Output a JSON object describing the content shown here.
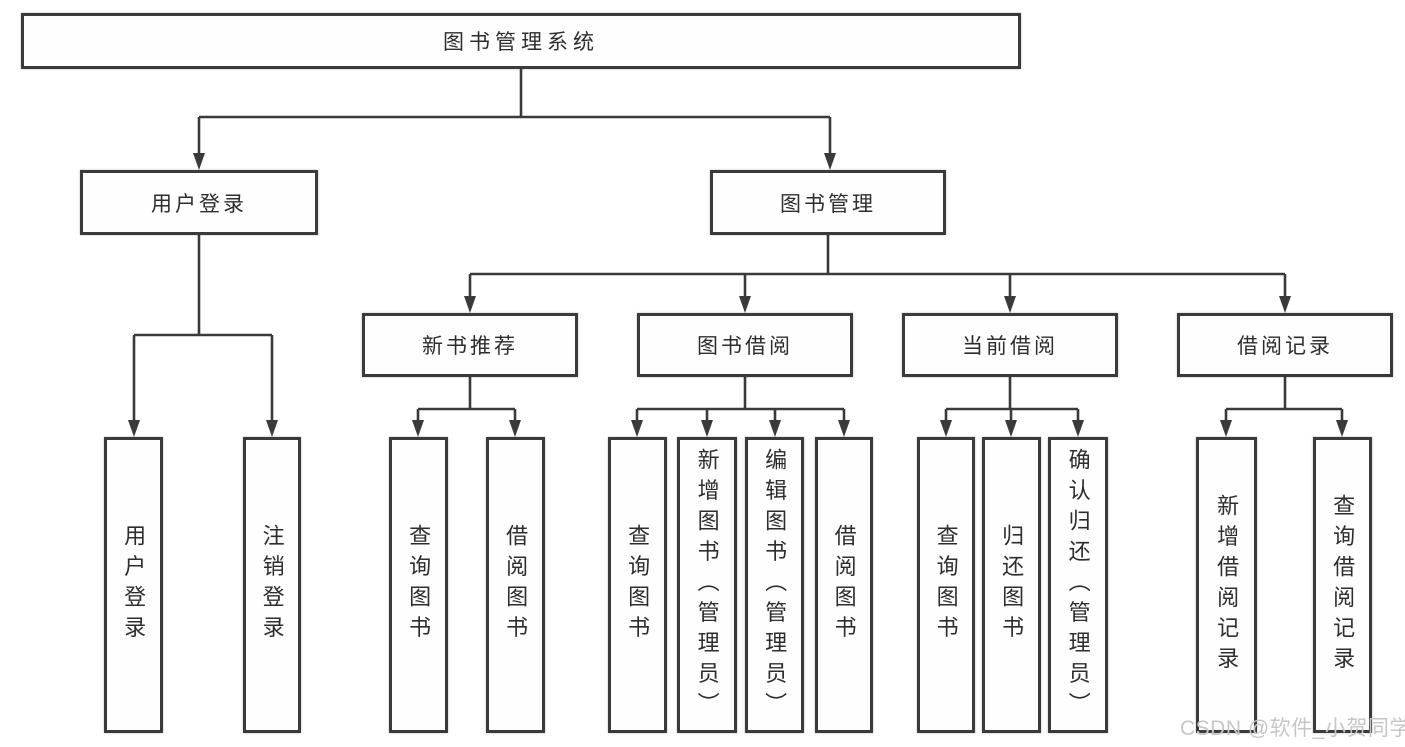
{
  "diagram": {
    "root": "图书管理系统",
    "user_login": {
      "label": "用户登录",
      "children": [
        "用户登录",
        "注销登录"
      ]
    },
    "book_management": {
      "label": "图书管理"
    },
    "modules": [
      {
        "label": "新书推荐",
        "children": [
          "查询图书",
          "借阅图书"
        ]
      },
      {
        "label": "图书借阅",
        "children": [
          "查询图书",
          "新增图书（管理员）",
          "编辑图书（管理员）",
          "借阅图书"
        ]
      },
      {
        "label": "当前借阅",
        "children": [
          "查询图书",
          "归还图书",
          "确认归还（管理员）"
        ]
      },
      {
        "label": "借阅记录",
        "children": [
          "新增借阅记录",
          "查询借阅记录"
        ]
      }
    ]
  },
  "watermark": "CSDN @软件_小贺同学",
  "colors": {
    "line": "#3a3a3a",
    "text": "#2d2d2d",
    "watermark": "#c6c6c6",
    "background": "#ffffff"
  }
}
